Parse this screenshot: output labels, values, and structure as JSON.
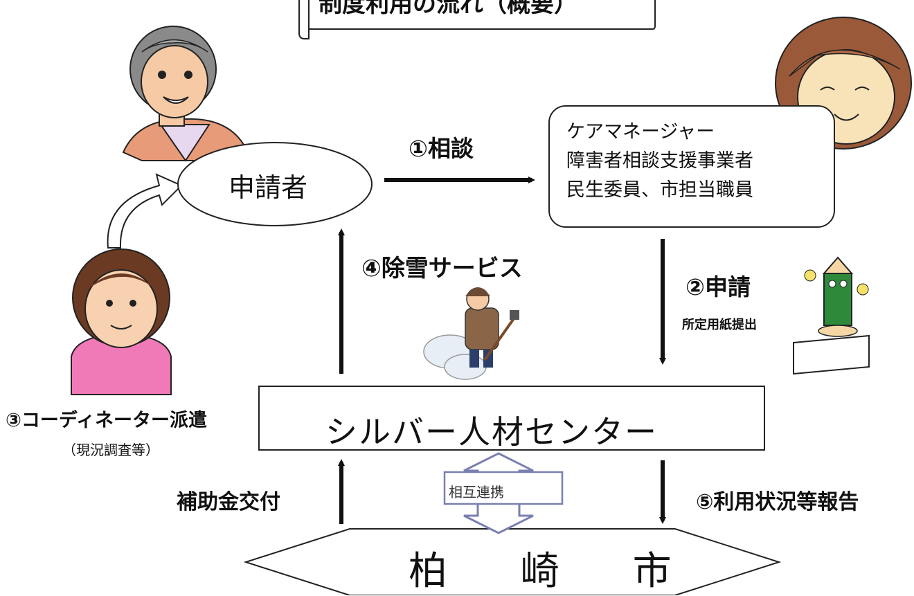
{
  "title": "制度利用の流れ（概要）",
  "nodes": {
    "applicant": "申請者",
    "care_lines": [
      "ケアマネージャー",
      "障害者相談支援事業者",
      "民生委員、市担当職員"
    ],
    "center": "シルバー人材センター",
    "city": "柏 崎 市"
  },
  "steps": {
    "consult": "①相談",
    "apply": "②申請",
    "apply_sub": "所定用紙提出",
    "dispatch": "③コーディネーター派遣",
    "dispatch_sub": "（現況調査等）",
    "snow": "④除雪サービス",
    "report": "⑤利用状況等報告",
    "subsidy": "補助金交付",
    "mutual": "相互連携"
  },
  "colors": {
    "arrow": "#111111",
    "mutual_arrow": "#7a7fb0"
  }
}
